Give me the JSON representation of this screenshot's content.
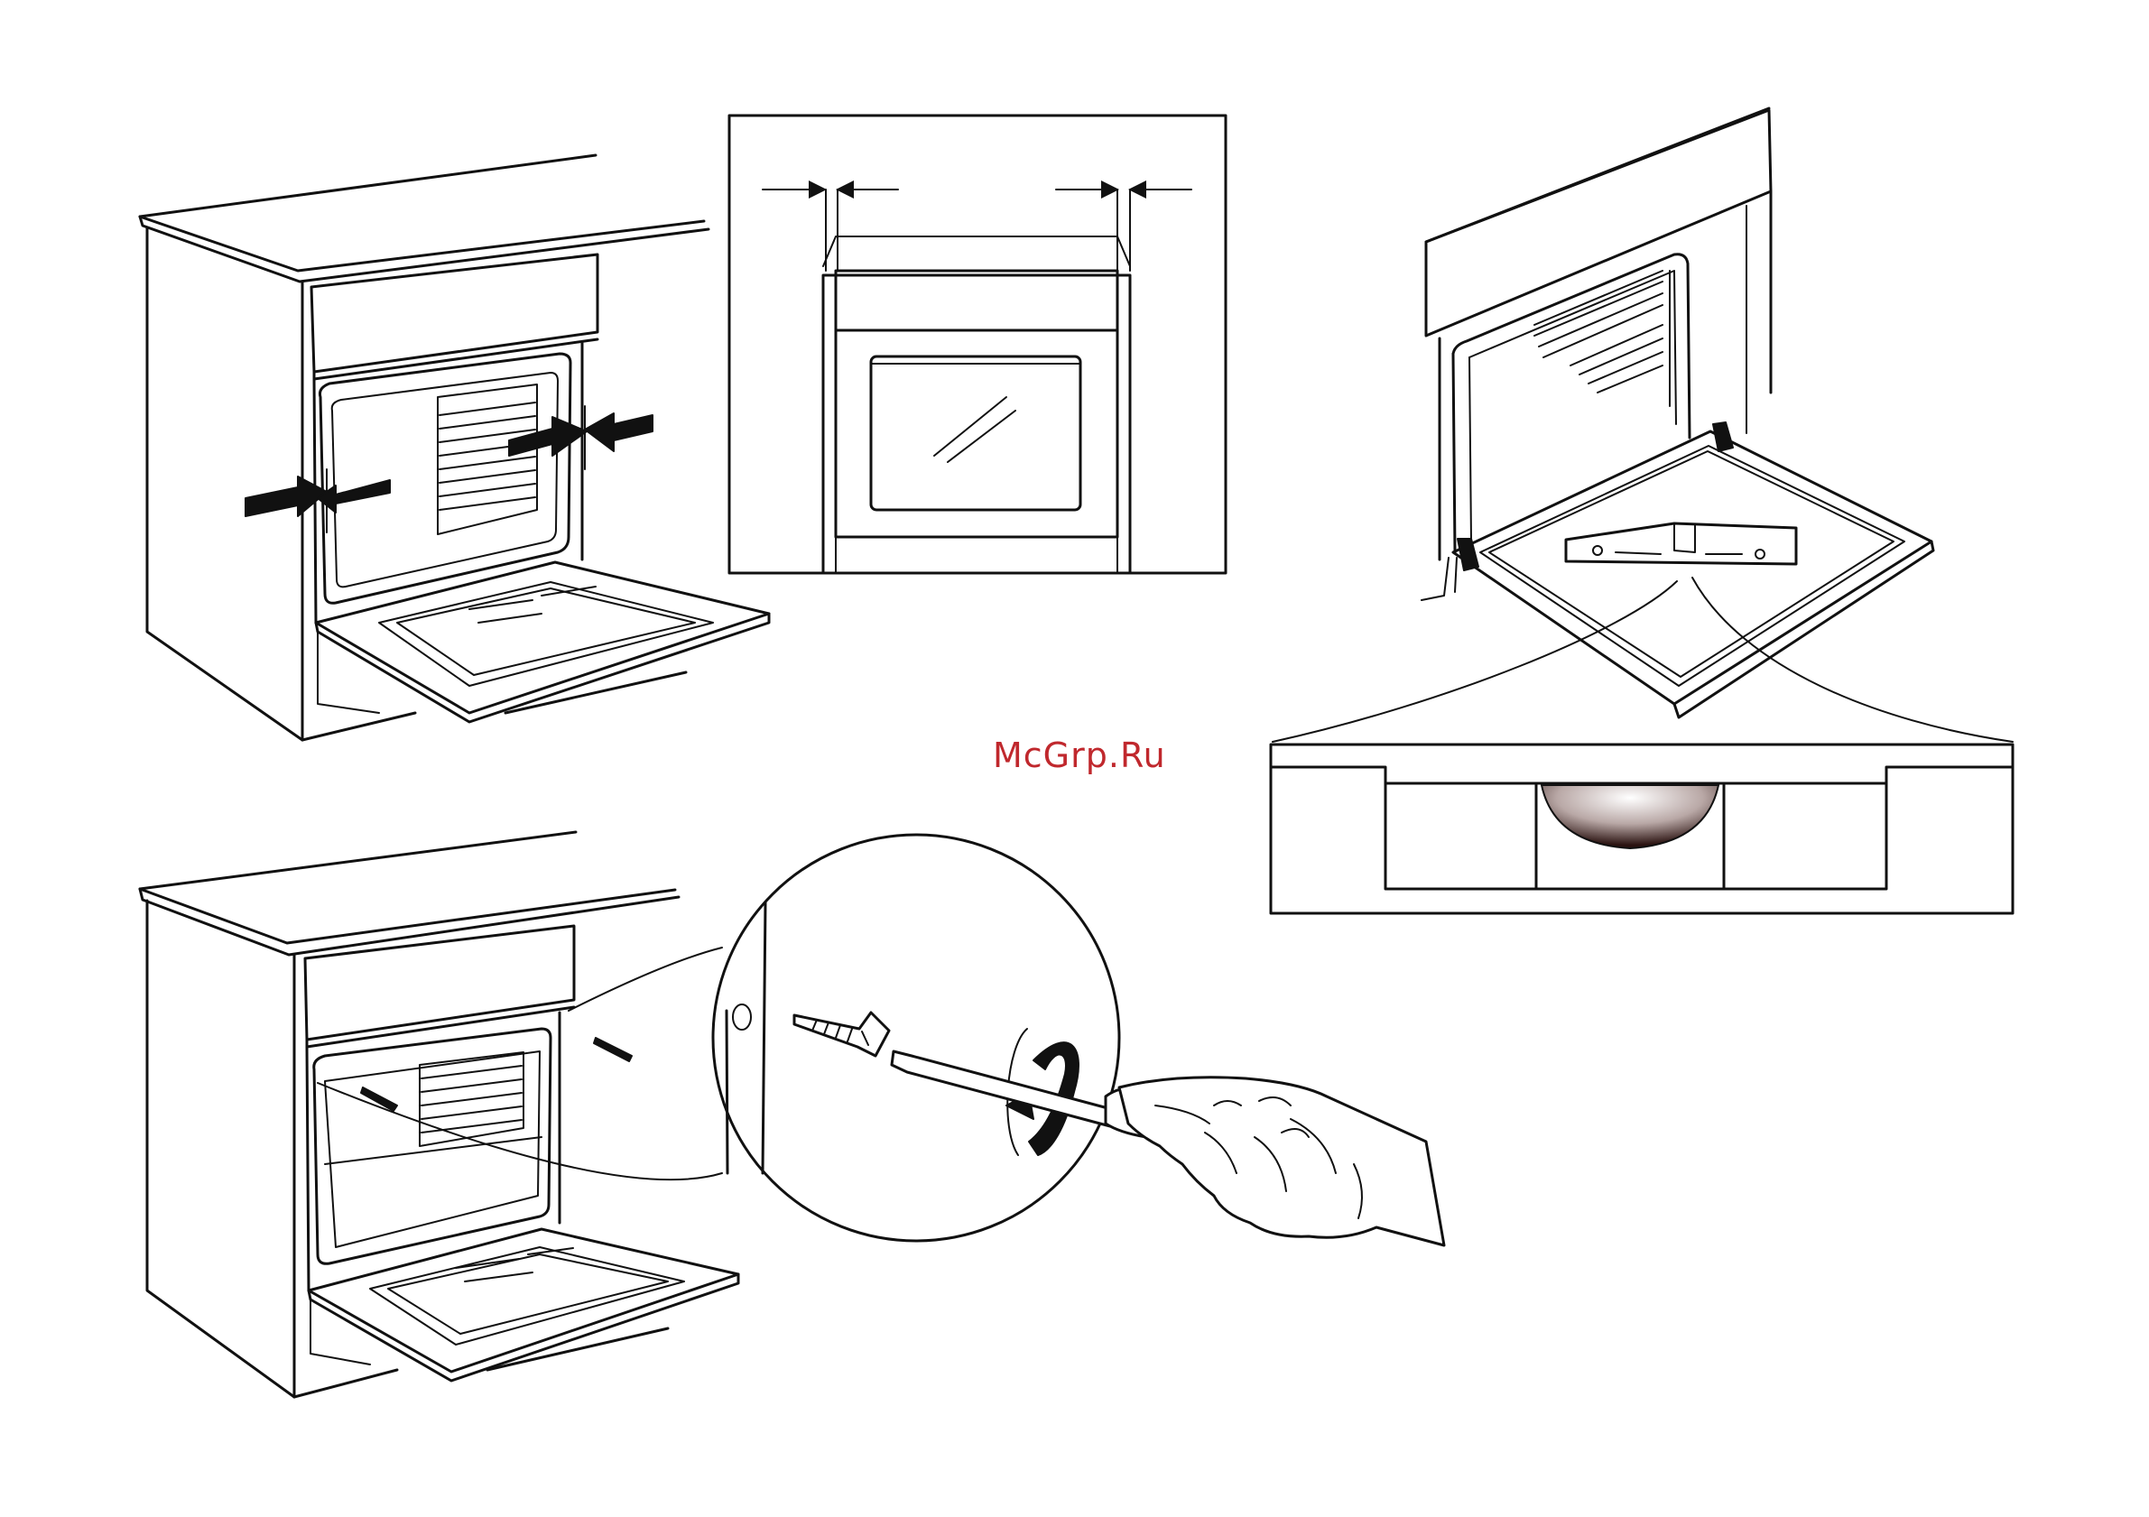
{
  "watermark": {
    "text": "McGrp.Ru",
    "color": "#c0282d"
  },
  "colors": {
    "line": "#111111",
    "background": "#ffffff",
    "bubble": "#3a1f1c"
  },
  "figures": [
    {
      "name": "cabinet-side-clearance",
      "icons": [
        "arrow-icon",
        "arrow-icon"
      ]
    },
    {
      "name": "front-clearance-diagram",
      "icons": [
        "arrow-icon",
        "arrow-icon",
        "arrow-icon",
        "arrow-icon"
      ]
    },
    {
      "name": "oven-level-check",
      "icons": [
        "spirit-level-icon"
      ]
    },
    {
      "name": "spirit-level-detail",
      "icons": [
        "bubble-icon"
      ]
    },
    {
      "name": "cabinet-screw-fixing",
      "icons": [
        "screw-icon",
        "screwdriver-icon",
        "hand-icon",
        "rotate-arrow-icon"
      ]
    }
  ]
}
